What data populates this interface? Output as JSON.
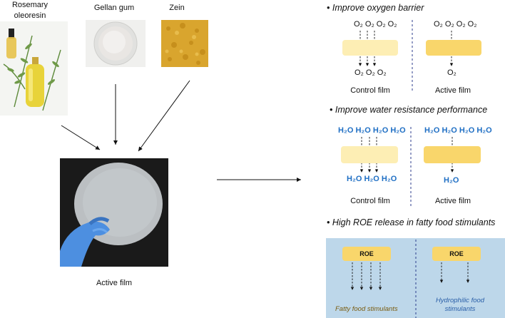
{
  "ingredients": {
    "roe": "Rosemary oleoresin\nextract (ROE)",
    "gellan": "Gellan gum",
    "zein": "Zein"
  },
  "active_film_caption": "Active film",
  "oxygen": {
    "title": "Improve oxygen barrier",
    "control_top": "O₂ O₂ O₂ O₂",
    "control_bottom": "O₂ O₂ O₂",
    "active_top": "O₂ O₂ O₂ O₂",
    "active_bottom": "O₂",
    "control_label": "Control film",
    "active_label": "Active film"
  },
  "water": {
    "title": "Improve water resistance performance",
    "control_top": "H₂O H₂O H₂O H₂O",
    "control_bottom": "H₂O H₂O H₂O",
    "active_top": "H₂O H₂O H₂O H₂O",
    "active_bottom": "H₂O",
    "control_label": "Control film",
    "active_label": "Active film"
  },
  "release": {
    "title": "High ROE release in fatty food stimulants",
    "roe_left": "ROE",
    "roe_right": "ROE",
    "fatty_label": "Fatty food stimulants",
    "hydrophilic_label": "Hydrophilic food\nstimulants"
  },
  "colors": {
    "film_light": "#fdeeb4",
    "film_dark": "#f9d66b",
    "water_text": "#1f6fc4",
    "release_bg": "#bdd7ea",
    "divider": "#2c3e8c",
    "fatty_text": "#7a5c10",
    "hydrophilic_text": "#2a5fa8"
  }
}
